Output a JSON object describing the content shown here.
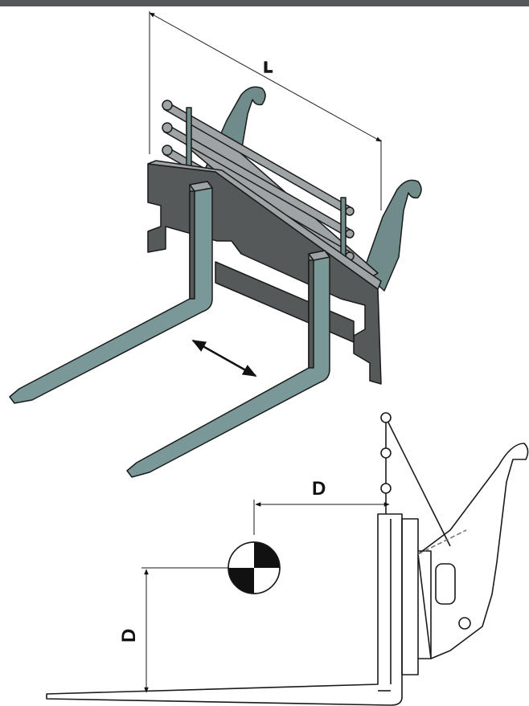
{
  "colors": {
    "top_bar": "#54585a",
    "frame_dark": "#55595a",
    "fork_green": "#7a9897",
    "bracket_teal": "#6f8c8a",
    "tine_grey": "#9ea3a5",
    "outline": "#1a1a1a"
  },
  "labels": {
    "length": "L",
    "distance_horizontal": "D",
    "distance_vertical": "D"
  },
  "icons": {
    "adjust_arrow": "double-arrow-icon",
    "center_of_gravity": "center-of-gravity-icon"
  }
}
